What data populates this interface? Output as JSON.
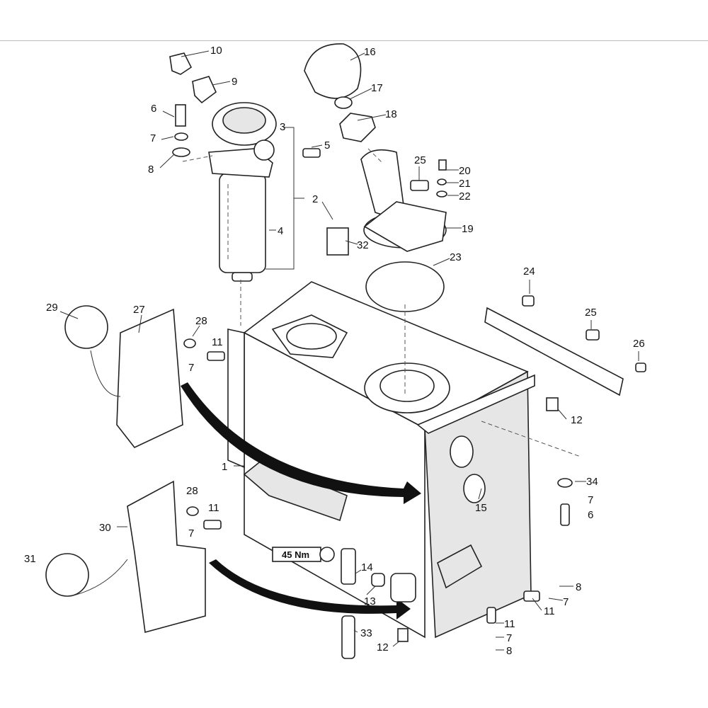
{
  "callouts": [
    "10",
    "9",
    "6",
    "7",
    "8",
    "3",
    "5",
    "2",
    "4",
    "32",
    "16",
    "17",
    "18",
    "25",
    "20",
    "21",
    "22",
    "19",
    "23",
    "24",
    "25",
    "26",
    "29",
    "27",
    "28",
    "11",
    "7",
    "12",
    "1",
    "34",
    "7",
    "6",
    "15",
    "28",
    "11",
    "30",
    "7",
    "14",
    "13",
    "31",
    "8",
    "7",
    "11",
    "11",
    "7",
    "8",
    "33",
    "12"
  ],
  "torque_label": "45 Nm"
}
